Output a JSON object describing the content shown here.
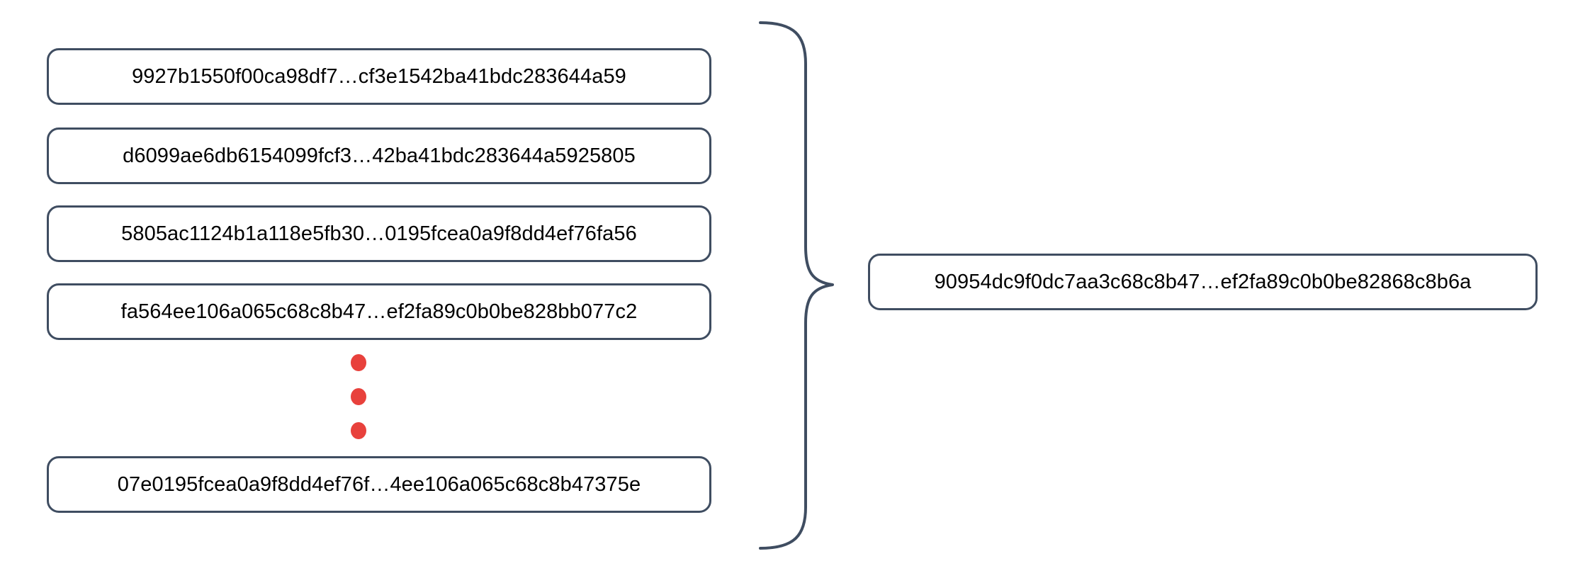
{
  "diagram": {
    "type": "hash-aggregation",
    "background_color": "#ffffff",
    "box_border_color": "#3f4d61",
    "brace_color": "#3f4d61",
    "ellipsis_color": "#e8413c",
    "text_color": "#000000",
    "inputs": {
      "label": "input-hash-list",
      "items": [
        {
          "hash": "9927b1550f00ca98df7…cf3e1542ba41bdc283644a59"
        },
        {
          "hash": "d6099ae6db6154099fcf3…42ba41bdc283644a5925805"
        },
        {
          "hash": "5805ac1124b1a118e5fb30…0195fcea0a9f8dd4ef76fa56"
        },
        {
          "hash": "fa564ee106a065c68c8b47…ef2fa89c0b0be828bb077c2"
        },
        {
          "hash": "07e0195fcea0a9f8dd4ef76f…4ee106a065c68c8b47375e"
        }
      ],
      "truncation_marker": "…",
      "continuation_indicator": {
        "name": "vertical-ellipsis",
        "dot_count": 3,
        "color": "#e8413c"
      }
    },
    "grouping": {
      "name": "curly-brace",
      "glyph": "}",
      "direction": "right",
      "spans_items": 5
    },
    "output": {
      "label": "result-hash",
      "hash": "90954dc9f0dc7aa3c68c8b47…ef2fa89c0b0be82868c8b6a"
    }
  }
}
